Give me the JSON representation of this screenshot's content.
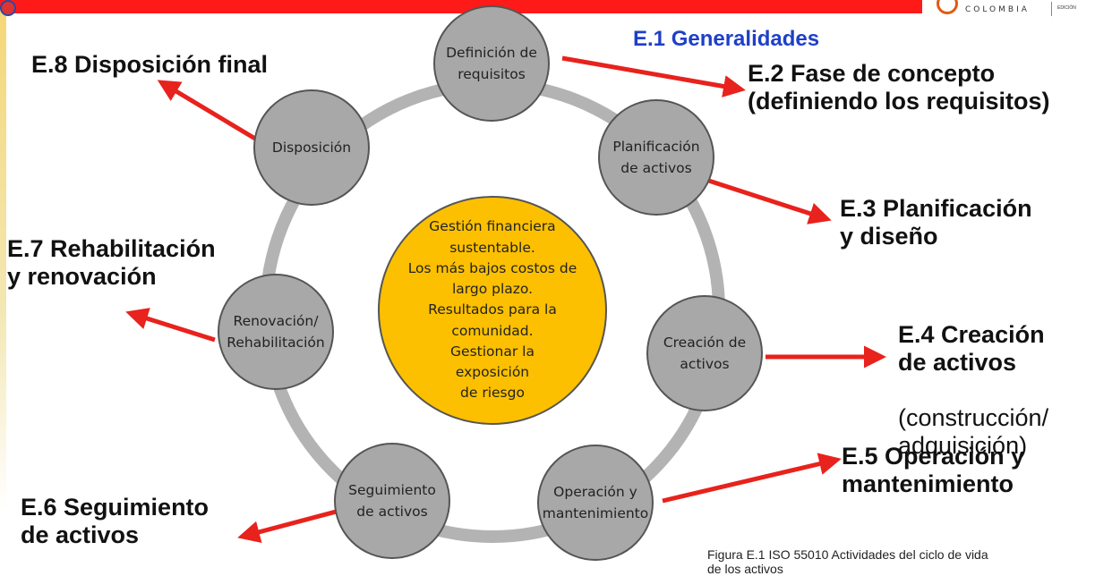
{
  "header": {
    "logo_text": "COLOMBIA",
    "logo_small": "EDICIÓN"
  },
  "title": "E.1 Generalidades",
  "nodes": {
    "definicion": "Definición de\nrequisitos",
    "planificacion": "Planificación\nde activos",
    "creacion": "Creación de\nactivos",
    "operacion": "Operación y\nmantenimiento",
    "seguimiento": "Seguimiento\nde activos",
    "renovacion": "Renovación/\nRehabilitación",
    "disposicion": "Disposición"
  },
  "center_text": "Gestión financiera\nsustentable.\nLos más bajos costos de\nlargo plazo.\nResultados para la\ncomunidad.\nGestionar la\nexposición\nde riesgo",
  "labels": {
    "e2": "E.2 Fase de concepto\n(definiendo los requisitos)",
    "e3": "E.3 Planificación\ny diseño",
    "e4_bold": "E.4 Creación\nde activos",
    "e4_normal": "(construcción/\nadquisición)",
    "e5": "E.5 Operación y\nmantenimiento",
    "e6": "E.6 Seguimiento\nde activos",
    "e7": "E.7 Rehabilitación\ny renovación",
    "e8": "E.8 Disposición final"
  },
  "caption": "Figura E.1 ISO 55010 Actividades del ciclo de vida\nde los activos",
  "colors": {
    "bar": "#ff1a1a",
    "arrow": "#e8221c",
    "node_fill": "#a8a8a8",
    "center_fill": "#fcc000",
    "ring": "#b3b3b3",
    "title": "#1e3fc8"
  }
}
